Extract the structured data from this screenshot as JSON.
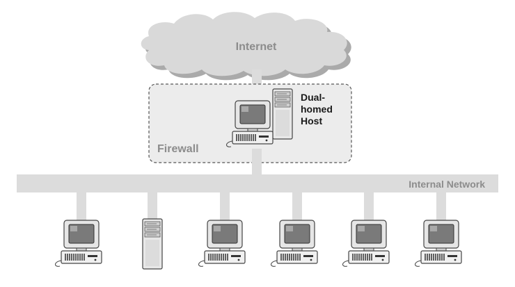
{
  "labels": {
    "internet": "Internet",
    "firewall": "Firewall",
    "host_line1": "Dual-",
    "host_line2": "homed",
    "host_line3": "Host",
    "internal_network": "Internal Network"
  },
  "colors": {
    "cloud_fill": "#d9d9d9",
    "cloud_shadow": "#aaaaaa",
    "network_bar": "#dcdcdc",
    "firewall_box": "#ececec",
    "firewall_border": "#555555",
    "label_gray": "#8c8c8c",
    "label_dark": "#1a1a1a"
  },
  "nodes": {
    "firewall_host": {
      "type": "dual-homed-host"
    },
    "lan": [
      {
        "type": "workstation"
      },
      {
        "type": "tower-server"
      },
      {
        "type": "workstation"
      },
      {
        "type": "workstation"
      },
      {
        "type": "workstation"
      },
      {
        "type": "workstation"
      }
    ]
  }
}
